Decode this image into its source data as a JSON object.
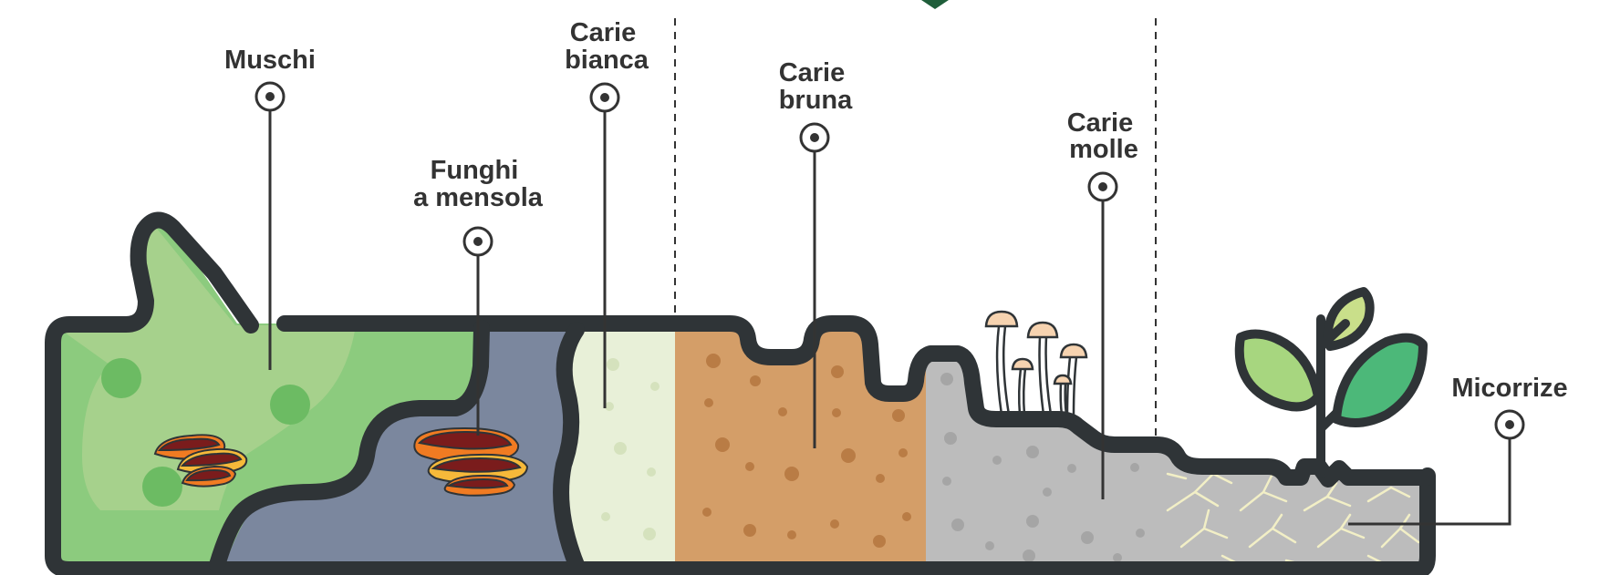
{
  "labels": {
    "muschi": [
      "Muschi"
    ],
    "funghi_mensola": [
      "Funghi",
      "a mensola"
    ],
    "carie_bianca": [
      "Carie",
      "bianca"
    ],
    "carie_bruna": [
      "Carie",
      "bruna"
    ],
    "carie_molle": [
      "Carie",
      "molle"
    ],
    "micorrize": [
      "Micorrize"
    ]
  },
  "colors": {
    "outline": "#2f3437",
    "moss_light": "#a8d18d",
    "moss": "#8ccb7e",
    "moss_dot": "#6cbb63",
    "bracket_stage": "#7b879e",
    "white_rot": "#e8f0d8",
    "brown_rot": "#d49e68",
    "brown_dot": "#b97c45",
    "soft_rot": "#bcbcbc",
    "soft_dot": "#a5a5a5",
    "mycelium": "#f2efc6",
    "leaf_light": "#a7d67f",
    "leaf_pale": "#c9df8a",
    "leaf_dark": "#4cb879",
    "fungus_red": "#7a1c1c",
    "fungus_orange": "#f07b22",
    "fungus_yellow": "#f6b93a",
    "mushroom_cap": "#f6d3b0",
    "mushroom_stem": "#ffffff",
    "accent_green": "#1f5e3a"
  }
}
